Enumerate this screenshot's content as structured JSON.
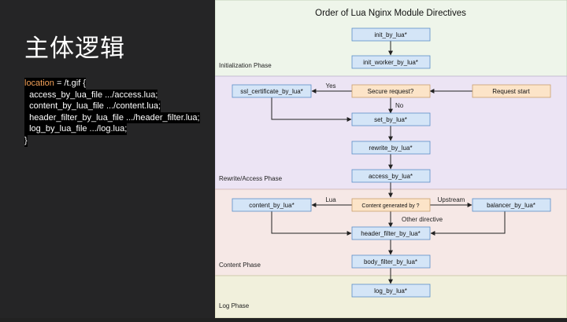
{
  "slide": {
    "title": "主体逻辑",
    "code": {
      "keyword": "location",
      "line1_rest": " = /t.gif {",
      "lines": [
        "  access_by_lua_file .../access.lua;",
        "  content_by_lua_file .../content.lua;",
        "  header_filter_by_lua_file .../header_filter.lua;",
        "  log_by_lua_file .../log.lua;"
      ],
      "closing": "}"
    }
  },
  "diagram": {
    "title": "Order of Lua Nginx Module Directives",
    "phases": {
      "init": "Initialization Phase",
      "rewrite": "Rewrite/Access Phase",
      "content": "Content Phase",
      "log": "Log Phase"
    },
    "nodes": {
      "init_by_lua": "init_by_lua*",
      "init_worker_by_lua": "init_worker_by_lua*",
      "ssl_certificate_by_lua": "ssl_certificate_by_lua*",
      "secure_request": "Secure request?",
      "request_start": "Request start",
      "set_by_lua": "set_by_lua*",
      "rewrite_by_lua": "rewrite_by_lua*",
      "access_by_lua": "access_by_lua*",
      "content_by_lua": "content_by_lua*",
      "content_generated_by": "Content generated by ?",
      "balancer_by_lua": "balancer_by_lua*",
      "header_filter_by_lua": "header_filter_by_lua*",
      "body_filter_by_lua": "body_filter_by_lua*",
      "log_by_lua": "log_by_lua*"
    },
    "edge_labels": {
      "yes": "Yes",
      "no": "No",
      "lua": "Lua",
      "upstream": "Upstream",
      "other_directive": "Other directive"
    },
    "colors": {
      "init_phase": "#eef5ea",
      "rewrite_phase": "#ece4f4",
      "content_phase": "#f6e8e6",
      "log_phase": "#f1f0dc",
      "directive_box": "#d4e5f7",
      "directive_border": "#5b8fc7",
      "decision_box": "#fce4c8"
    }
  }
}
